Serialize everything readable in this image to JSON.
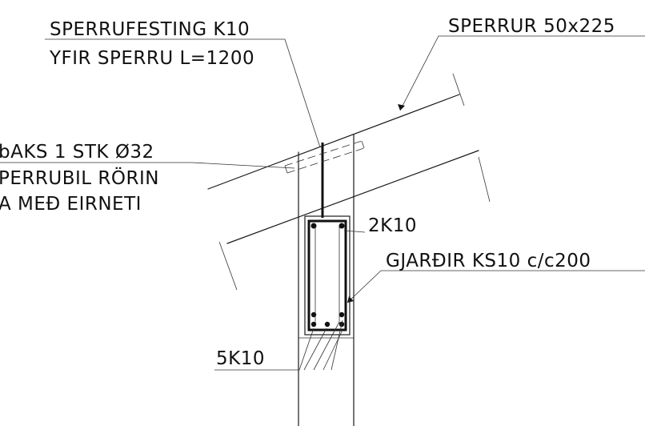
{
  "labels": {
    "rafter_fixing_line1": "SPERRUFESTING K10",
    "rafter_fixing_line2": "YFIR SPERRU L=1200",
    "rafter": "SPERRUR 50x225",
    "pipe_line1": "bAKS 1 STK Ø32",
    "pipe_line2": "PERRUBIL RÖRIN",
    "pipe_line3": "A MEÐ EIRNETI",
    "top_bars": "2K10",
    "stirrups": "GJARÐIR KS10 c/c200",
    "bottom_bars": "5K10"
  },
  "colors": {
    "ink": "#111111",
    "background": "#ffffff"
  }
}
